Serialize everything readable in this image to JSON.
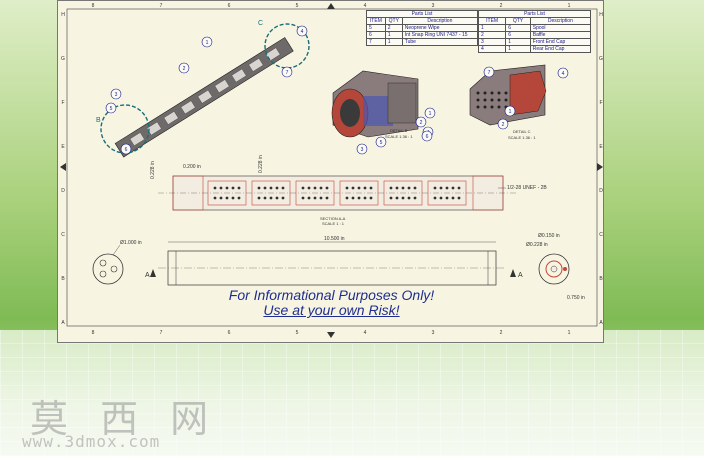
{
  "watermark": {
    "chinese": "莫 西 网",
    "url": "www.3dmox.com"
  },
  "disclaimer": {
    "line1": "For Informational Purposes Only!",
    "line2": "Use at your own Risk!"
  },
  "parts_list_left": {
    "title": "Parts List",
    "headers": [
      "ITEM",
      "QTY",
      "Description"
    ],
    "rows": [
      [
        "5",
        "2",
        "Neoprene Wipe"
      ],
      [
        "6",
        "1",
        "Int Snap Ring UNI 7437 - 15"
      ],
      [
        "7",
        "1",
        "Tube"
      ]
    ]
  },
  "parts_list_right": {
    "title": "Parts List",
    "headers": [
      "ITEM",
      "QTY",
      "Description"
    ],
    "rows": [
      [
        "1",
        "6",
        "Spool"
      ],
      [
        "2",
        "6",
        "Baffle"
      ],
      [
        "3",
        "1",
        "Front End Cap"
      ],
      [
        "4",
        "1",
        "Rear End Cap"
      ]
    ]
  },
  "border_labels": {
    "columns": [
      "8",
      "7",
      "6",
      "5",
      "4",
      "3",
      "2",
      "1"
    ],
    "rows": [
      "H",
      "G",
      "F",
      "E",
      "D",
      "C",
      "B",
      "A"
    ]
  },
  "balloons": {
    "iso": [
      "1",
      "2",
      "3",
      "4",
      "5",
      "6",
      "7"
    ],
    "detail_b": [
      "1",
      "2",
      "3",
      "4",
      "5",
      "6"
    ],
    "detail_c": [
      "1",
      "2",
      "4",
      "7"
    ]
  },
  "view_labels": {
    "detail_b": "DETAIL B",
    "detail_b_scale": "SCALE 1.36 : 1",
    "detail_c": "DETAIL C",
    "detail_c_scale": "SCALE 1.36 : 1",
    "section": "SECTION A-A",
    "section_scale": "SCALE 1 : 1",
    "b_marker": "B",
    "c_marker": "C",
    "a_left": "A",
    "a_right": "A"
  },
  "dimensions": {
    "d1": "0.200 in",
    "d2": "0.228 in",
    "d3": "0.228 in",
    "thread": "1/2-28 UNEF - 2B",
    "diameter": "Ø1.000 in",
    "length": "10.500 in",
    "d_small1": "Ø0.150 in",
    "d_small2": "Ø0.228 in",
    "d_bottom": "0.750 in"
  },
  "colors": {
    "ink": "#1a1a8a",
    "title": "#1f2d8f",
    "sheet": "#f7f5e2",
    "section": "#c2473a"
  }
}
